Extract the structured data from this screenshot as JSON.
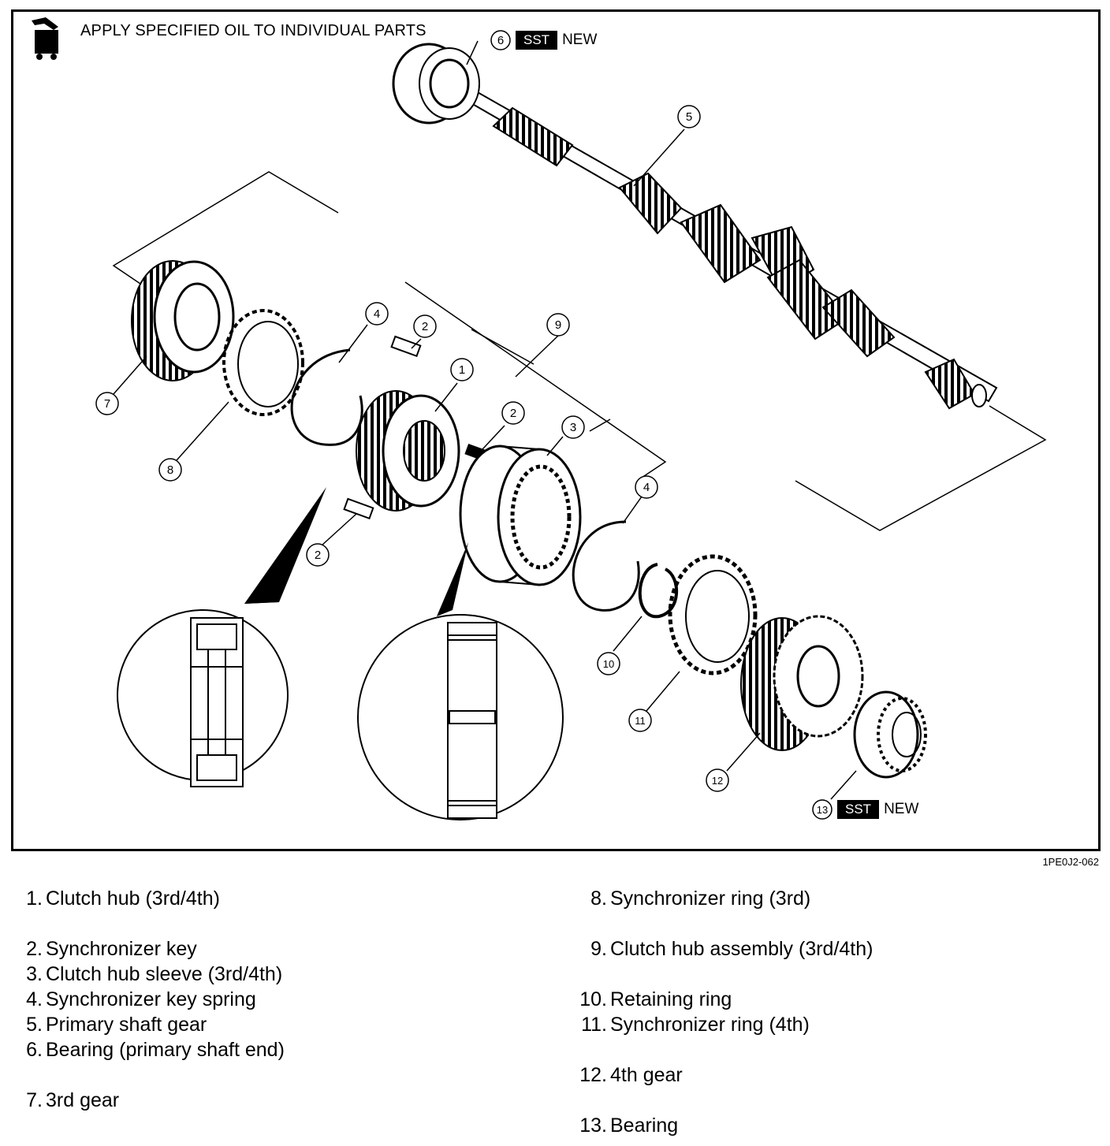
{
  "header": {
    "note": "APPLY SPECIFIED OIL TO INDIVIDUAL PARTS"
  },
  "tags": {
    "top": {
      "num": "6",
      "sst": "SST",
      "new": "NEW"
    },
    "bottom": {
      "num": "13",
      "sst": "SST",
      "new": "NEW"
    }
  },
  "callouts": [
    "1",
    "2",
    "3",
    "4",
    "5",
    "7",
    "8",
    "9",
    "10",
    "11",
    "12"
  ],
  "figure_code": "1PE0J2-062",
  "legend": [
    {
      "num": "1.",
      "text": "Clutch hub (3rd/4th)"
    },
    {
      "num": "2.",
      "text": "Synchronizer key"
    },
    {
      "num": "3.",
      "text": "Clutch hub sleeve (3rd/4th)"
    },
    {
      "num": "4.",
      "text": "Synchronizer key spring"
    },
    {
      "num": "5.",
      "text": "Primary shaft gear"
    },
    {
      "num": "6.",
      "text": "Bearing (primary shaft end)"
    },
    {
      "num": "7.",
      "text": "3rd gear"
    },
    {
      "num": "8.",
      "text": "Synchronizer ring (3rd)"
    },
    {
      "num": "9.",
      "text": "Clutch hub assembly (3rd/4th)"
    },
    {
      "num": "10.",
      "text": "Retaining ring"
    },
    {
      "num": "11.",
      "text": "Synchronizer ring (4th)"
    },
    {
      "num": "12.",
      "text": "4th gear"
    },
    {
      "num": "13.",
      "text": "Bearing"
    }
  ]
}
